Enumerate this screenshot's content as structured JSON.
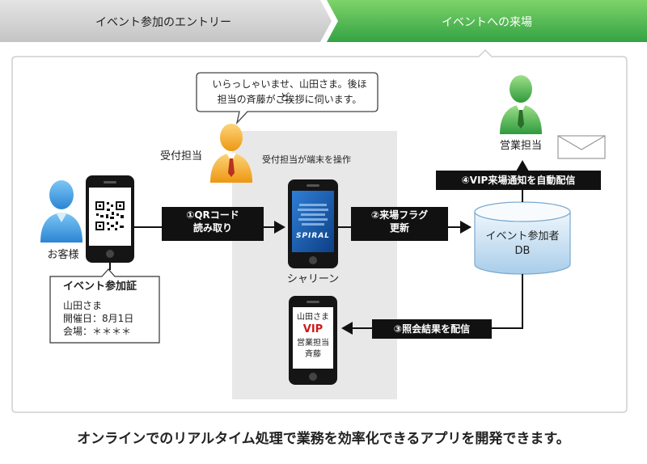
{
  "tabs": [
    "イベント参加のエントリー",
    "イベントへの来場"
  ],
  "speech_bubble": [
    "いらっしゃいませ、山田さま。後ほど、",
    "担当の斉藤がご挨拶に伺います。"
  ],
  "roles": {
    "reception": "受付担当",
    "reception_action": "受付担当が端末を操作",
    "sales": "営業担当",
    "customer": "お客様"
  },
  "devices": {
    "app_name": "シャリーン",
    "spiral_logo": "SPIRAL"
  },
  "ticket": {
    "title": "イベント参加証",
    "lines": [
      "山田さま",
      "開催日：8月1日",
      "会場：＊＊＊＊"
    ]
  },
  "steps": [
    [
      "①QRコード",
      "読み取り"
    ],
    [
      "②来場フラグ",
      "更新"
    ],
    [
      "③照会結果を配信"
    ],
    [
      "④VIP来場通知を自動配信"
    ]
  ],
  "database": [
    "イベント参加者",
    "DB"
  ],
  "result_phone": [
    "山田さま",
    "VIP",
    "営業担当",
    "斉藤"
  ],
  "caption": "オンラインでのリアルタイム処理で業務を効率化できるアプリを開発できます。",
  "colors": {
    "tab_inactive": "#cfcfcf",
    "tab_active": "#3aa84a",
    "person_blue": "#3f9be0",
    "person_orange": "#f2a21d",
    "person_green": "#43a84c",
    "vip_red": "#cc1a1a"
  }
}
